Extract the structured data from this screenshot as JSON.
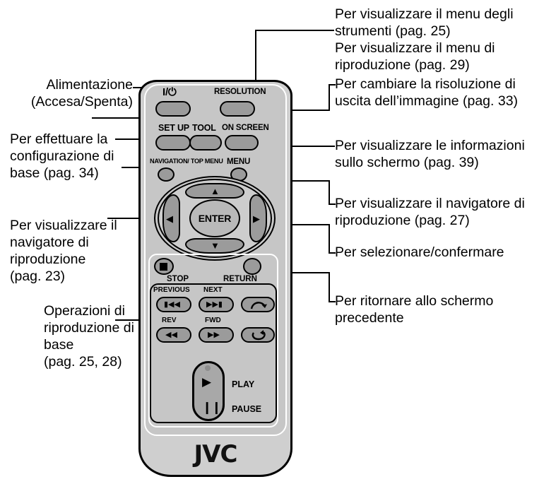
{
  "figure": {
    "device_brand": "JVC",
    "device_type": "remote-control"
  },
  "callouts_left": [
    {
      "id": "power",
      "text": "Alimentazione\n(Accesa/Spenta)"
    },
    {
      "id": "setup",
      "text": "Per effettuare la\nconfigurazione di\nbase (pag. 34)"
    },
    {
      "id": "navigation",
      "text": "Per visualizzare il\nnavigatore di\nriproduzione\n(pag. 23)"
    },
    {
      "id": "transport",
      "text": "Operazioni di\nriproduzione di\nbase\n(pag. 25, 28)"
    }
  ],
  "callouts_right": [
    {
      "id": "tool",
      "text": "Per visualizzare il menu degli\nstrumenti (pag. 25)\nPer visualizzare il menu di\nriproduzione (pag. 29)"
    },
    {
      "id": "resolution",
      "text": "Per cambiare la risoluzione di\nuscita dell’immagine (pag. 33)"
    },
    {
      "id": "onscreen",
      "text": "Per visualizzare le informazioni\nsullo schermo (pag. 39)"
    },
    {
      "id": "menu",
      "text": "Per visualizzare il navigatore di\nriproduzione (pag. 27)"
    },
    {
      "id": "enter",
      "text": "Per selezionare/confermare"
    },
    {
      "id": "return",
      "text": "Per ritornare allo schermo\nprecedente"
    }
  ],
  "remote": {
    "buttons": {
      "power_label": "I/⏻",
      "resolution_label": "RESOLUTION",
      "setup_label": "SET UP",
      "tool_label": "TOOL",
      "onscreen_label": "ON SCREEN",
      "navigation_label": "NAVIGATION/ TOP MENU",
      "menu_label": "MENU",
      "enter_label": "ENTER",
      "up_label": "▲",
      "down_label": "▼",
      "left_label": "◀",
      "right_label": "▶",
      "stop_label": "STOP",
      "return_label": "RETURN",
      "previous_label": "PREVIOUS",
      "next_label": "NEXT",
      "rev_label": "REV",
      "fwd_label": "FWD",
      "previous_glyph": "◀◀",
      "next_glyph": "▶▶",
      "rev_glyph": "◀◀",
      "fwd_glyph": "▶▶",
      "play_label": "PLAY",
      "pause_label": "PAUSE",
      "play_glyph": "▶",
      "pause_glyph": "❙❙",
      "stop_glyph": "■",
      "slow_icon": "curved-arrow-icon",
      "repeat_icon": "repeat-arrow-icon"
    },
    "brand": "JVC"
  },
  "colors": {
    "body": "#cfcfcf",
    "panel": "#c6c6c6",
    "button": "#9b9b9b",
    "outline": "#000000",
    "text": "#000000"
  }
}
